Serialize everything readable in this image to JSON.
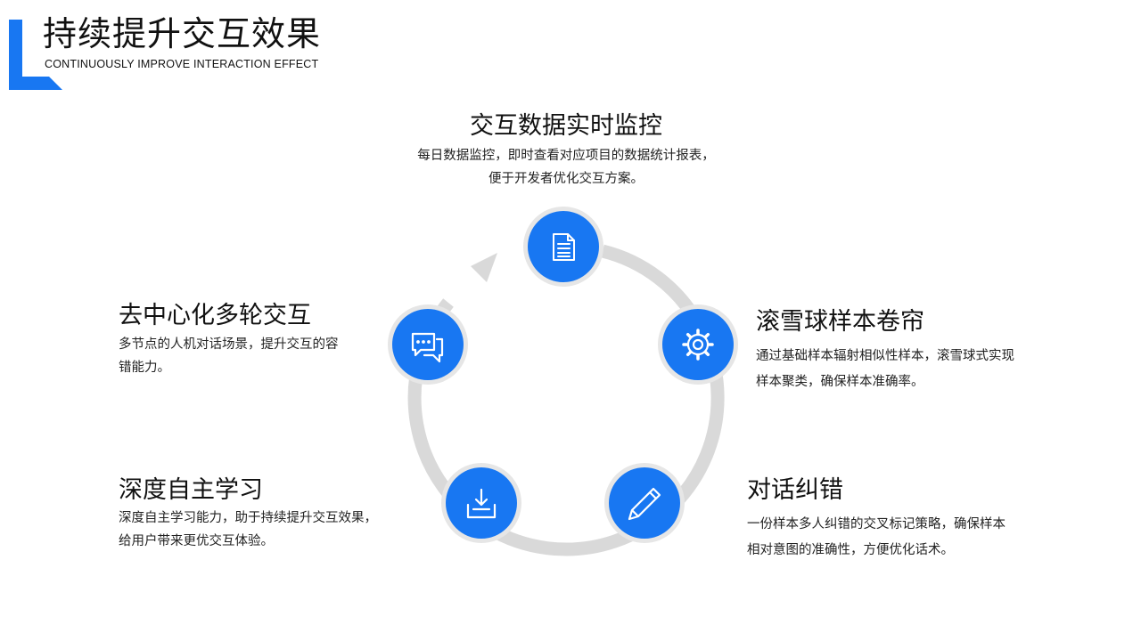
{
  "header": {
    "title": "持续提升交互效果",
    "subtitle": "CONTINUOUSLY IMPROVE INTERACTION  EFFECT"
  },
  "colors": {
    "accent": "#1877f2",
    "ring": "#d9d9d9",
    "node_halo": "#e6e6e6",
    "text": "#111111"
  },
  "nodes": [
    {
      "id": "top",
      "icon": "document-icon",
      "title": "交互数据实时监控",
      "desc_lines": [
        "每日数据监控，即时查看对应项目的数据统计报表，",
        "便于开发者优化交互方案。"
      ]
    },
    {
      "id": "right",
      "icon": "gear-icon",
      "title": "滚雪球样本卷帘",
      "desc_lines": [
        "通过基础样本辐射相似性样本，滚雪球式实现",
        "样本聚类，确保样本准确率。"
      ]
    },
    {
      "id": "bottom-right",
      "icon": "pencil-icon",
      "title": "对话纠错",
      "desc_lines": [
        "一份样本多人纠错的交叉标记策略，确保样本",
        "相对意图的准确性，方便优化话术。"
      ]
    },
    {
      "id": "bottom-left",
      "icon": "download-tray-icon",
      "title": "深度自主学习",
      "desc_lines": [
        "深度自主学习能力，助于持续提升交互效果，",
        "给用户带来更优交互体验。"
      ]
    },
    {
      "id": "left",
      "icon": "chat-bubbles-icon",
      "title": "去中心化多轮交互",
      "desc_lines": [
        "多节点的人机对话场景，提升交互的容",
        "错能力。"
      ]
    }
  ]
}
